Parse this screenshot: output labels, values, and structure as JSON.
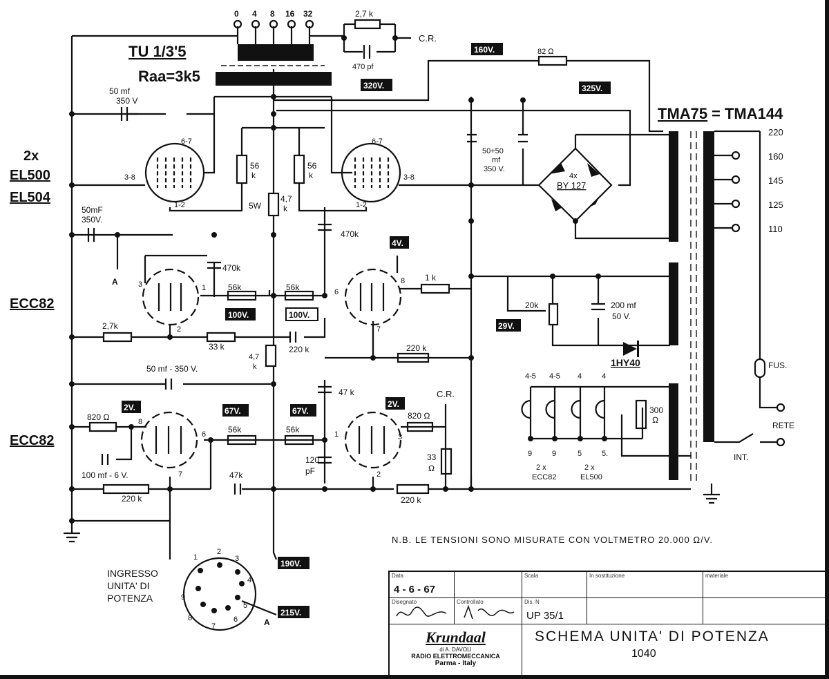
{
  "transformer_output": {
    "name": "TU 1/3'5",
    "impedance": "Raa=3k5",
    "taps": [
      "0",
      "4",
      "8",
      "16",
      "32"
    ]
  },
  "power_transformer": {
    "name": "TMA75",
    "alt": "= TMA144",
    "taps": [
      "220",
      "160",
      "145",
      "125",
      "110"
    ]
  },
  "tubes": {
    "output": [
      "2x",
      "EL500",
      "EL504"
    ],
    "driver": "ECC82",
    "input": "ECC82"
  },
  "voltages": {
    "v160": "160V.",
    "v320": "320V.",
    "v325": "325V.",
    "v4": "4V.",
    "v100a": "100V.",
    "v100b": "100V.",
    "v29": "29V.",
    "v2a": "2V.",
    "v67a": "67V.",
    "v67b": "67V.",
    "v2b": "2V.",
    "v190": "190V.",
    "v215": "215V."
  },
  "components": {
    "r27k_top": "2,7 k",
    "c470pf": "470 pf",
    "cr_top": "C.R.",
    "r82": "82 Ω",
    "c50mf_top": [
      "50 mf",
      "350 V"
    ],
    "c50mf_mid": [
      "50mF",
      "350V."
    ],
    "r56k_a": [
      "56",
      "k"
    ],
    "r56k_b": [
      "56",
      "k"
    ],
    "r47_5w": [
      "5W",
      "4,7",
      "k"
    ],
    "c470k_a": "470k",
    "c470k_b": "470k",
    "c5050": [
      "50+50",
      "mf",
      "350 V."
    ],
    "bridge": [
      "4x",
      "BY 127"
    ],
    "r56k_1": "56k",
    "r56k_2": "56k",
    "r1k": "1 k",
    "r20k": "20k",
    "c200mf": [
      "200 mf",
      "50 V."
    ],
    "r27k": "2,7k",
    "r33k": "33 k",
    "c220k": "220 k",
    "r47k_mid": [
      "4,7",
      "k"
    ],
    "r220k_mid": "220 k",
    "diode": "1HY40",
    "c50mf_350": "50 mf - 350 V.",
    "c47k_a": "47 k",
    "r820_a": "820 Ω",
    "c100mf": "100 mf - 6 V.",
    "r220k_l": "220 k",
    "r56k_3": "56k",
    "r56k_4": "56k",
    "c120pf": [
      "120",
      "pF"
    ],
    "r820_b": "820 Ω",
    "cr_bot": "C.R.",
    "r33": [
      "33",
      "Ω"
    ],
    "c47k_b": "47k",
    "r220k_r": "220 k",
    "r300": [
      "300",
      "Ω"
    ],
    "fus": "FUS.",
    "rete": "RETE",
    "int": "INT."
  },
  "heaters": {
    "groups": [
      "4-5",
      "4-5",
      "4",
      "4"
    ],
    "pins": [
      "9",
      "9",
      "5",
      "5."
    ],
    "labels": [
      "2 x",
      "ECC82",
      "2 x",
      "EL500"
    ]
  },
  "connector": {
    "title": [
      "INGRESSO",
      "UNITA' DI",
      "POTENZA"
    ],
    "pins": [
      "1",
      "2",
      "3",
      "4",
      "5",
      "6",
      "7",
      "8",
      "9"
    ],
    "a_label": "A",
    "a_top": "A"
  },
  "pin_labels": {
    "p67a": "6-7",
    "p38a": "3-8",
    "p12a": "1-2",
    "p67b": "6-7",
    "p38b": "3-8",
    "p12b": "1-2",
    "d3": "3",
    "d1": "1",
    "d2": "2",
    "d6": "6",
    "d8": "8",
    "d7": "7",
    "i8": "8",
    "i6": "6",
    "i7": "7",
    "i1": "1",
    "i3": "3",
    "i2": "2"
  },
  "note": "N.B. LE TENSIONI SONO MISURATE CON VOLTMETRO 20.000 Ω/V.",
  "title_block": {
    "date_label": "Data",
    "date": "4 - 6 - 67",
    "draw_label": "Disegnato",
    "ctrl_label": "Controllato",
    "dis_label": "Dis. N",
    "dis_no": "UP 35/1",
    "scale_label": "Scala",
    "sost_label": "In sostituzione",
    "mat_label": "materiale",
    "brand": "Krundaal",
    "company": [
      "di A. DAVOLI",
      "RADIO ELETTROMECCANICA",
      "Parma - Italy"
    ],
    "title": "SCHEMA UNITA' DI POTENZA",
    "model": "1040"
  }
}
